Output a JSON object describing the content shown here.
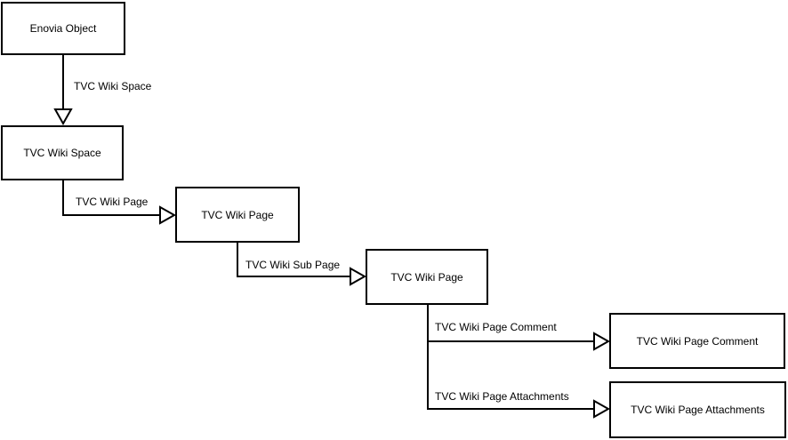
{
  "diagram": {
    "background_color": "#ffffff",
    "line_color": "#000000",
    "nodes": {
      "enovia_object": {
        "label": "Enovia Object"
      },
      "wiki_space": {
        "label": "TVC Wiki Space"
      },
      "wiki_page_1": {
        "label": "TVC Wiki Page"
      },
      "wiki_page_2": {
        "label": "TVC Wiki Page"
      },
      "wiki_page_comment": {
        "label": "TVC Wiki Page Comment"
      },
      "wiki_page_attachments": {
        "label": "TVC Wiki Page Attachments"
      }
    },
    "edges": {
      "space_rel": {
        "label": "TVC Wiki Space"
      },
      "page_rel": {
        "label": "TVC Wiki Page"
      },
      "sub_page_rel": {
        "label": "TVC Wiki Sub Page"
      },
      "comment_rel": {
        "label": "TVC Wiki Page Comment"
      },
      "attachments_rel": {
        "label": "TVC Wiki Page Attachments"
      }
    }
  }
}
